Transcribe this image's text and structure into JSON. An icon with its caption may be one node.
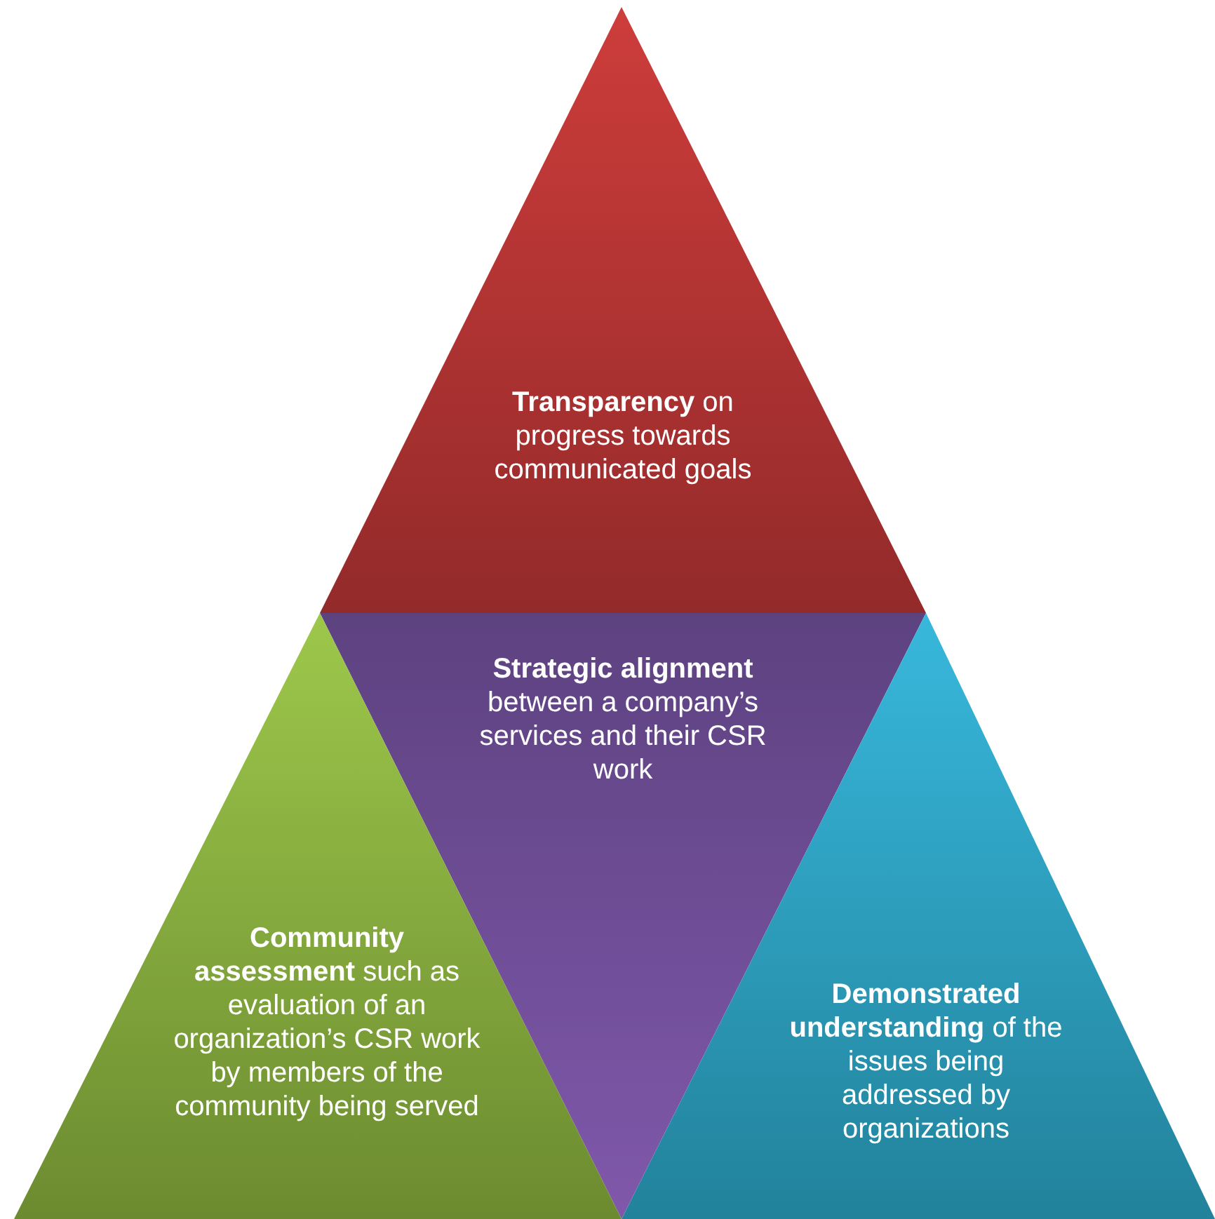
{
  "diagram": {
    "nodes": [
      {
        "text": [
          "**Transparency** on progress towards communicated goals"
        ]
      },
      {
        "text": [
          "**Strategic alignment** between a company’s services and their CSR work"
        ]
      },
      {
        "text": [
          "**Community assessment** such as evaluation of an organization’s CSR work by members of the community being served"
        ]
      },
      {
        "text": [
          "**Demonstrated understanding** of the issues being addressed by organizations"
        ]
      }
    ],
    "edges": []
  }
}
